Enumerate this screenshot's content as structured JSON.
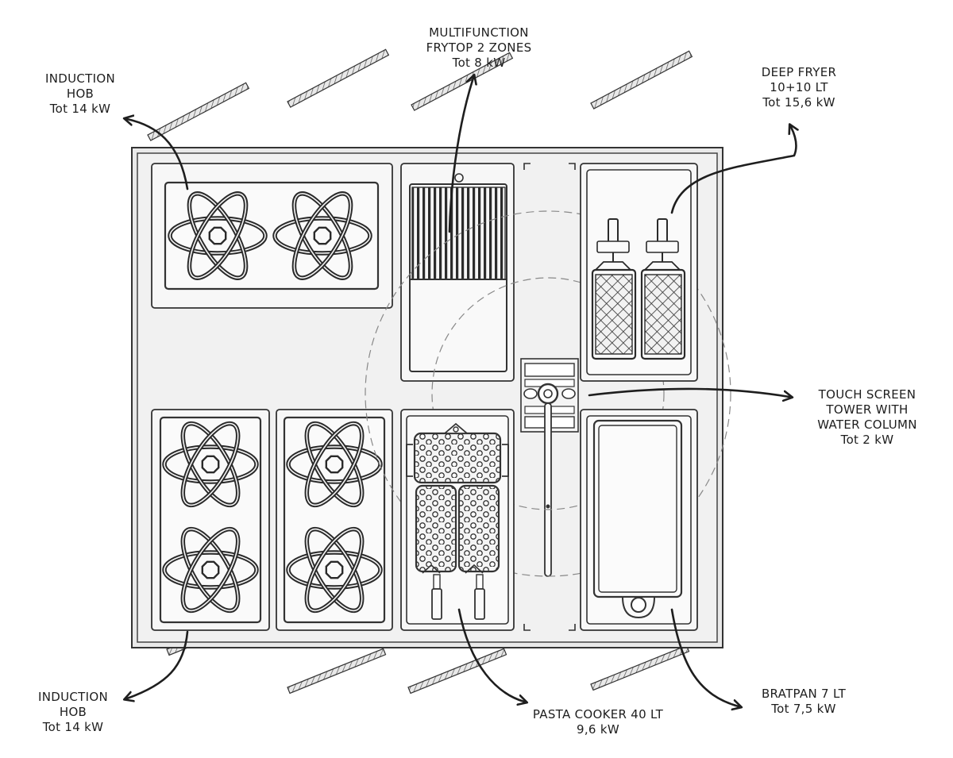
{
  "labels": {
    "induction_hob_top": {
      "line1": "INDUCTION",
      "line2": "HOB",
      "line3": "Tot 14 kW"
    },
    "frytop": {
      "line1": "MULTIFUNCTION",
      "line2": "FRYTOP 2 ZONES",
      "line3": "Tot 8 kW"
    },
    "deep_fryer": {
      "line1": "DEEP FRYER",
      "line2": "10+10  LT",
      "line3": "Tot 15,6 kW"
    },
    "touch_screen": {
      "line1": "TOUCH SCREEN",
      "line2": "TOWER WITH",
      "line3": "WATER COLUMN",
      "line4": "Tot 2 kW"
    },
    "induction_hob_bottom": {
      "line1": "INDUCTION",
      "line2": "HOB",
      "line3": "Tot 14 kW"
    },
    "pasta_cooker": {
      "line1": "PASTA COOKER 40 LT",
      "line2": "9,6 kW"
    },
    "bratpan": {
      "line1": "BRATPAN 7 LT",
      "line2": "Tot 7,5 kW"
    }
  },
  "colors": {
    "line": "#2a2a2a",
    "panel": "#f4f4f4",
    "frame": "#ececec",
    "shadow": "#cfcfcf"
  }
}
